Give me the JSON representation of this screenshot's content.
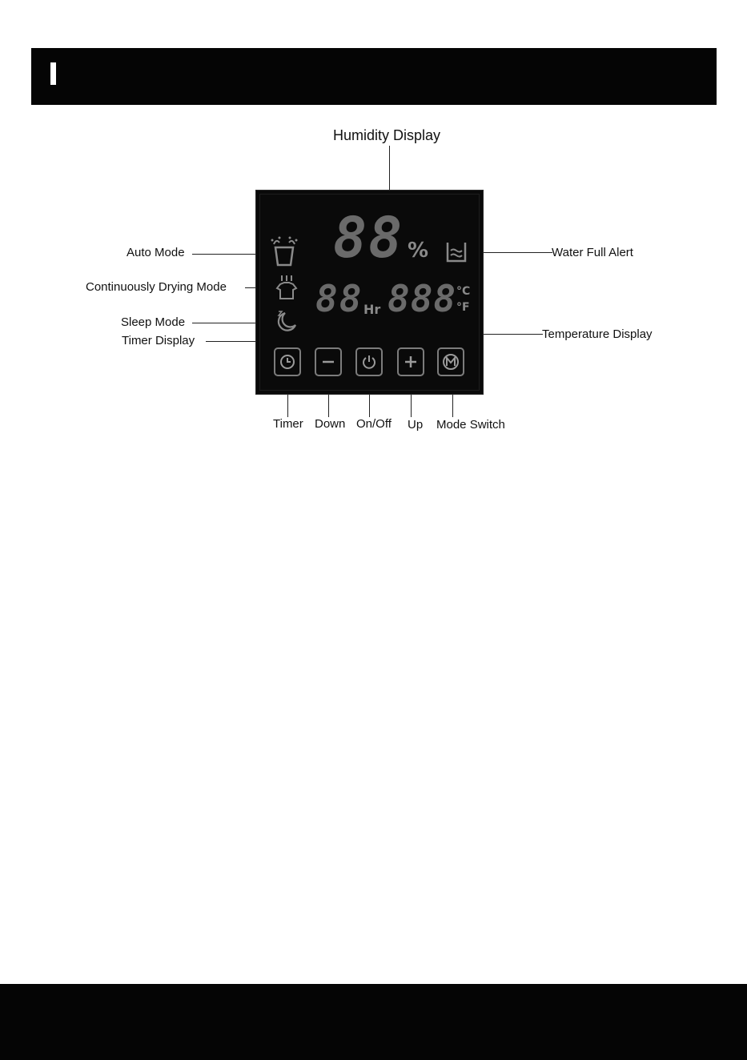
{
  "header": {
    "marker": "I"
  },
  "display": {
    "humidity_digits": "88",
    "humidity_unit": "%",
    "timer_digits": "88",
    "timer_unit": "Hr",
    "temperature_digits": "888",
    "unit_celsius": "°C",
    "unit_fahrenheit": "°F"
  },
  "callouts": {
    "humidity_display": "Humidity Display",
    "auto_mode": "Auto Mode",
    "continuously_drying_mode": "Continuously Drying Mode",
    "sleep_mode": "Sleep Mode",
    "timer_display": "Timer Display",
    "water_full_alert": "Water Full Alert",
    "temperature_display": "Temperature Display"
  },
  "buttons": [
    {
      "label": "Timer",
      "icon": "clock-icon"
    },
    {
      "label": "Down",
      "icon": "minus-icon"
    },
    {
      "label": "On/Off",
      "icon": "power-icon"
    },
    {
      "label": "Up",
      "icon": "plus-icon"
    },
    {
      "label": "Mode Switch",
      "icon": "mode-m-icon"
    }
  ],
  "colors": {
    "background": "#ffffff",
    "bar": "#050505",
    "panel": "#0a0a0a",
    "segment": "#6a6a6a"
  }
}
